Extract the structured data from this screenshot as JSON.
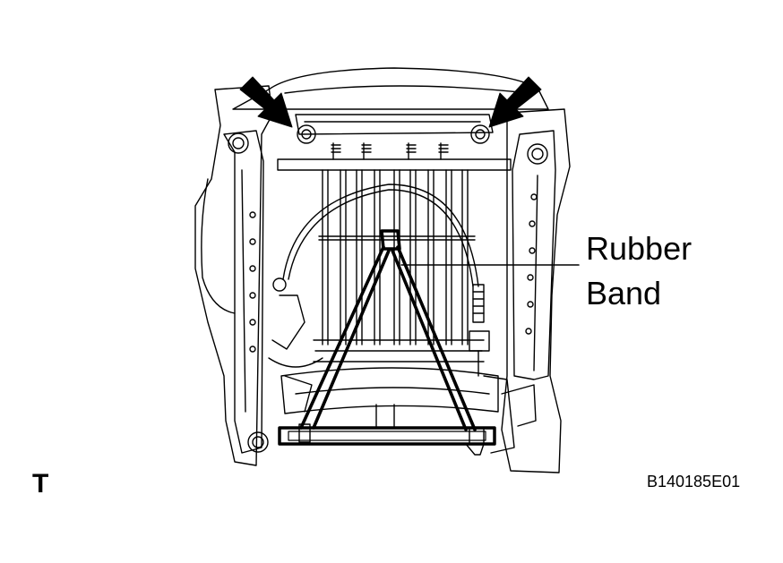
{
  "callout": {
    "line1": "Rubber",
    "line2": "Band"
  },
  "view_code": "T",
  "figure_id": "B140185E01",
  "colors": {
    "ink": "#000000",
    "paper": "#ffffff"
  },
  "icons": [
    "arrow-left-top",
    "arrow-right-top"
  ]
}
